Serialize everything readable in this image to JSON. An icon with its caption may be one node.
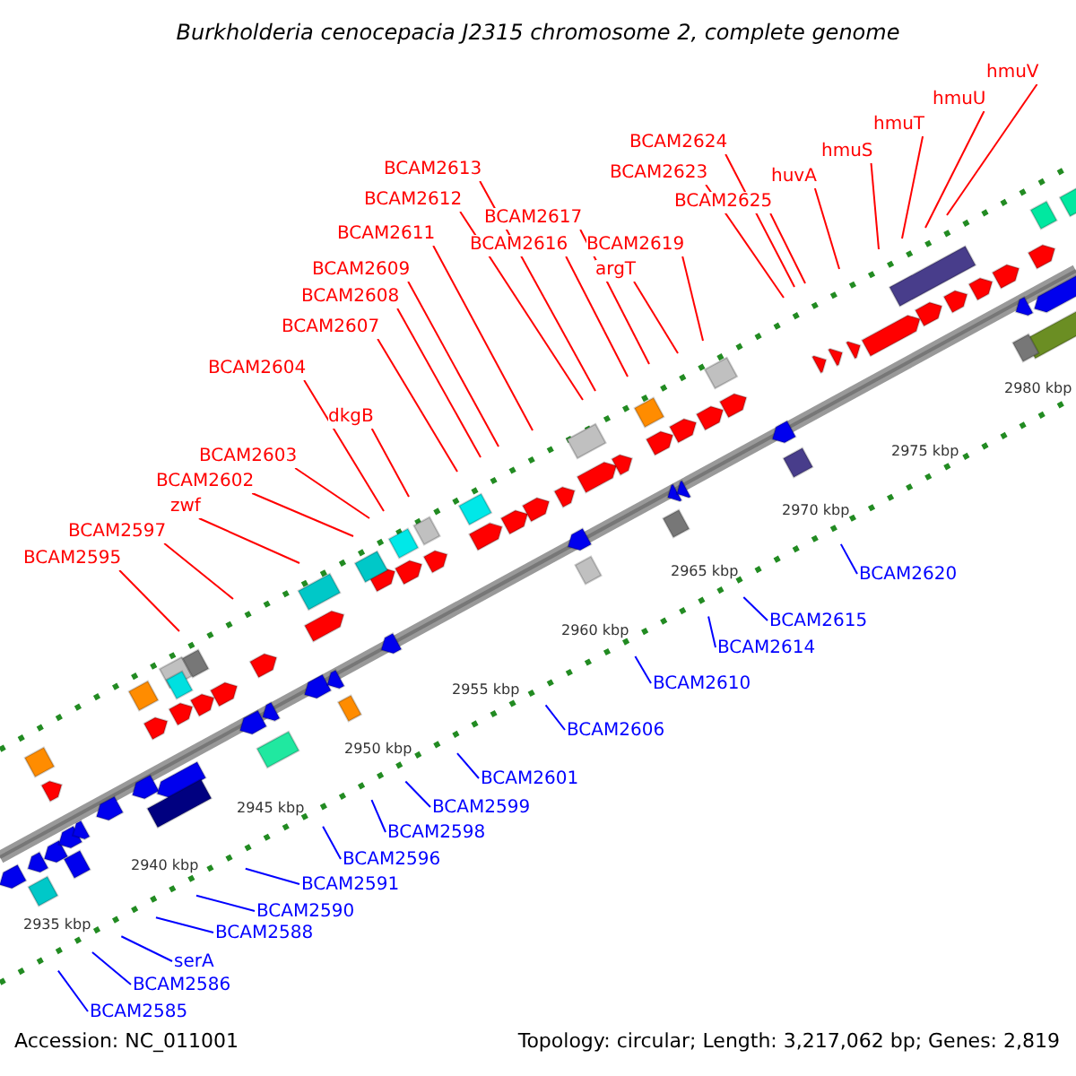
{
  "diagram": {
    "title": "Burkholderia cenocepacia J2315 chromosome 2, complete genome",
    "nodes": [
      {
        "text": [
          "BCAM2595"
        ]
      },
      {
        "text": [
          "BCAM2597"
        ]
      },
      {
        "text": [
          "zwf"
        ]
      },
      {
        "text": [
          "BCAM2602"
        ]
      },
      {
        "text": [
          "BCAM2603"
        ]
      },
      {
        "text": [
          "dkgB"
        ]
      },
      {
        "text": [
          "BCAM2604"
        ]
      },
      {
        "text": [
          "BCAM2607"
        ]
      },
      {
        "text": [
          "BCAM2608"
        ]
      },
      {
        "text": [
          "BCAM2609"
        ]
      },
      {
        "text": [
          "BCAM2611"
        ]
      },
      {
        "text": [
          "BCAM2612"
        ]
      },
      {
        "text": [
          "BCAM2613"
        ]
      },
      {
        "text": [
          "BCAM2616"
        ]
      },
      {
        "text": [
          "BCAM2617"
        ]
      },
      {
        "text": [
          "argT"
        ]
      },
      {
        "text": [
          "BCAM2619"
        ]
      },
      {
        "text": [
          "BCAM2623"
        ]
      },
      {
        "text": [
          "BCAM2624"
        ]
      },
      {
        "text": [
          "BCAM2625"
        ]
      },
      {
        "text": [
          "huvA"
        ]
      },
      {
        "text": [
          "hmuS"
        ]
      },
      {
        "text": [
          "hmuT"
        ]
      },
      {
        "text": [
          "hmuU"
        ]
      },
      {
        "text": [
          "hmuV"
        ]
      },
      {
        "text": [
          "BCAM2585"
        ]
      },
      {
        "text": [
          "BCAM2586"
        ]
      },
      {
        "text": [
          "serA"
        ]
      },
      {
        "text": [
          "BCAM2588"
        ]
      },
      {
        "text": [
          "BCAM2590"
        ]
      },
      {
        "text": [
          "BCAM2591"
        ]
      },
      {
        "text": [
          "BCAM2596"
        ]
      },
      {
        "text": [
          "BCAM2598"
        ]
      },
      {
        "text": [
          "BCAM2599"
        ]
      },
      {
        "text": [
          "BCAM2601"
        ]
      },
      {
        "text": [
          "BCAM2606"
        ]
      },
      {
        "text": [
          "BCAM2610"
        ]
      },
      {
        "text": [
          "BCAM2614"
        ]
      },
      {
        "text": [
          "BCAM2615"
        ]
      },
      {
        "text": [
          "BCAM2620"
        ]
      }
    ],
    "edges": [
      {
        "from": 0,
        "to": null,
        "arrow": "none"
      },
      {
        "from": 1,
        "to": null,
        "arrow": "none"
      },
      {
        "from": 2,
        "to": null,
        "arrow": "none"
      },
      {
        "from": 3,
        "to": null,
        "arrow": "none"
      },
      {
        "from": 4,
        "to": null,
        "arrow": "none"
      },
      {
        "from": 5,
        "to": null,
        "arrow": "none"
      },
      {
        "from": 6,
        "to": null,
        "arrow": "none"
      },
      {
        "from": 7,
        "to": null,
        "arrow": "none"
      },
      {
        "from": 8,
        "to": null,
        "arrow": "none"
      },
      {
        "from": 9,
        "to": null,
        "arrow": "none"
      },
      {
        "from": 10,
        "to": null,
        "arrow": "none"
      },
      {
        "from": 11,
        "to": null,
        "arrow": "none"
      },
      {
        "from": 12,
        "to": null,
        "arrow": "none"
      },
      {
        "from": 13,
        "to": null,
        "arrow": "none"
      },
      {
        "from": 14,
        "to": null,
        "arrow": "none"
      },
      {
        "from": 15,
        "to": null,
        "arrow": "none"
      },
      {
        "from": 16,
        "to": null,
        "arrow": "none"
      },
      {
        "from": 17,
        "to": null,
        "arrow": "none"
      },
      {
        "from": 18,
        "to": null,
        "arrow": "none"
      },
      {
        "from": 19,
        "to": null,
        "arrow": "none"
      },
      {
        "from": 20,
        "to": null,
        "arrow": "none"
      },
      {
        "from": 21,
        "to": null,
        "arrow": "none"
      },
      {
        "from": 22,
        "to": null,
        "arrow": "none"
      },
      {
        "from": 23,
        "to": null,
        "arrow": "none"
      },
      {
        "from": 24,
        "to": null,
        "arrow": "none"
      },
      {
        "from": 25,
        "to": null,
        "arrow": "none",
        "color": "#0000ff"
      },
      {
        "from": 26,
        "to": null,
        "arrow": "none",
        "color": "#0000ff"
      },
      {
        "from": 27,
        "to": null,
        "arrow": "none",
        "color": "#0000ff"
      },
      {
        "from": 28,
        "to": null,
        "arrow": "none",
        "color": "#0000ff"
      },
      {
        "from": 29,
        "to": null,
        "arrow": "none",
        "color": "#0000ff"
      },
      {
        "from": 30,
        "to": null,
        "arrow": "none",
        "color": "#0000ff"
      },
      {
        "from": 31,
        "to": null,
        "arrow": "none",
        "color": "#0000ff"
      },
      {
        "from": 32,
        "to": null,
        "arrow": "none",
        "color": "#0000ff"
      },
      {
        "from": 33,
        "to": null,
        "arrow": "none",
        "color": "#0000ff"
      },
      {
        "from": 34,
        "to": null,
        "arrow": "none",
        "color": "#0000ff"
      },
      {
        "from": 35,
        "to": null,
        "arrow": "none",
        "color": "#0000ff"
      },
      {
        "from": 36,
        "to": null,
        "arrow": "none",
        "color": "#0000ff"
      },
      {
        "from": 37,
        "to": null,
        "arrow": "none",
        "color": "#0000ff"
      },
      {
        "from": 38,
        "to": null,
        "arrow": "none",
        "color": "#0000ff"
      },
      {
        "from": 39,
        "to": null,
        "arrow": "none",
        "color": "#0000ff"
      }
    ],
    "labels": [
      "2935 kbp",
      "2940 kbp",
      "2945 kbp",
      "2950 kbp",
      "2955 kbp",
      "2960 kbp",
      "2965 kbp",
      "2970 kbp",
      "2975 kbp",
      "2980 kbp",
      "Accession: NC_011001",
      "Topology: circular; Length: 3,217,062 bp; Genes: 2,819"
    ]
  }
}
